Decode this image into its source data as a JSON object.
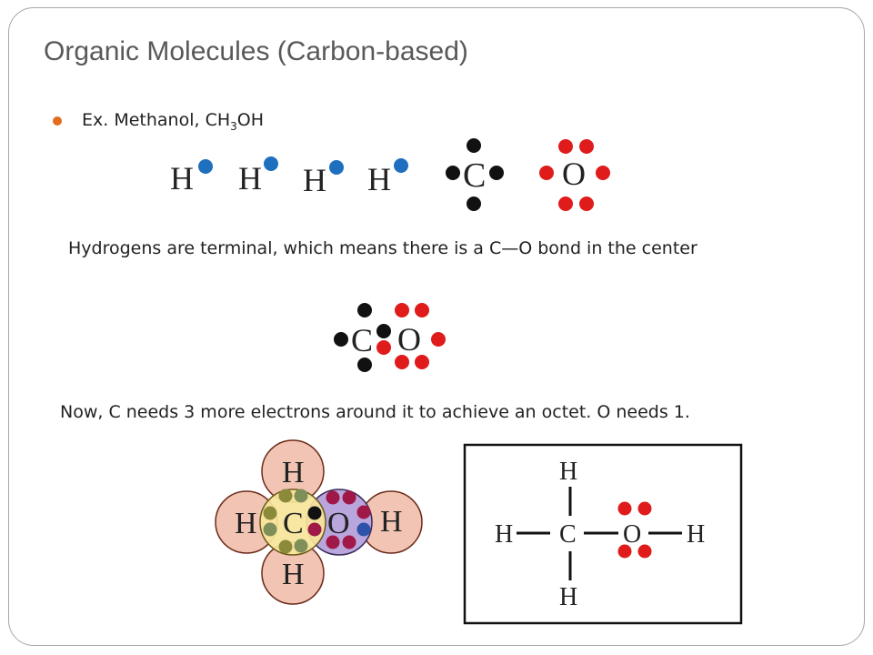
{
  "slide": {
    "title": "Organic Molecules (Carbon-based)",
    "bullet_prefix": "Ex.  Methanol,  CH",
    "bullet_subscript": "3",
    "bullet_suffix": "OH",
    "paragraph1": "Hydrogens are terminal, which means there is a C—O bond in the center",
    "paragraph2": "Now, C needs 3 more electrons around it to achieve an octet.  O needs 1."
  },
  "atoms": {
    "hydrogen": "H",
    "carbon": "C",
    "oxygen": "O"
  },
  "colors": {
    "hydrogen_electron": "#1f6fbf",
    "carbon_electron": "#111111",
    "oxygen_electron": "#e01b1b",
    "h_circle_fill": "#f2c4b3",
    "c_circle_fill": "#f7e59a",
    "o_circle_fill": "#b8a6dc",
    "shared_c_h_electron": "#8a8a3a",
    "shared_o_electron": "#a01848",
    "shared_o_h_electron": "#2c53a8"
  }
}
